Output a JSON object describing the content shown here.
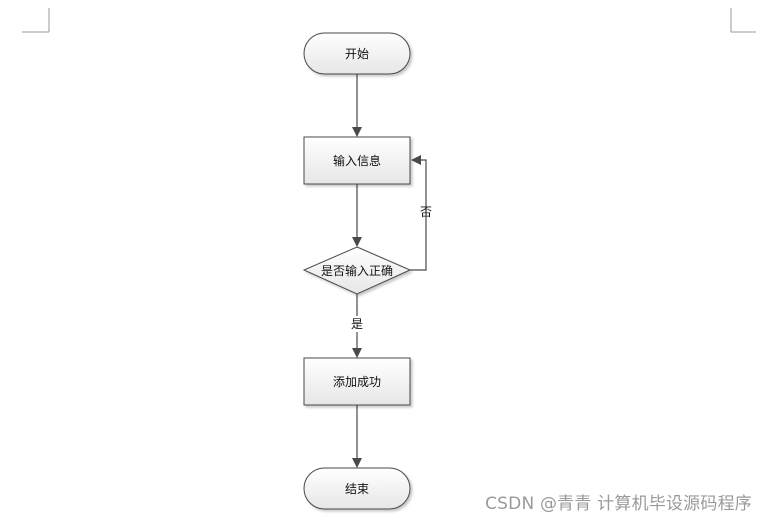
{
  "flowchart": {
    "nodes": {
      "start": "开始",
      "input": "输入信息",
      "decision": "是否输入正确",
      "success": "添加成功",
      "end": "结束"
    },
    "edge_labels": {
      "no": "否",
      "yes": "是"
    }
  },
  "watermark": "CSDN @青青  计算机毕设源码程序",
  "colors": {
    "stroke": "#4a4a4a",
    "fill_top": "#ffffff",
    "fill_bottom": "#e8e8e8",
    "watermark": "#9a9a9a"
  }
}
